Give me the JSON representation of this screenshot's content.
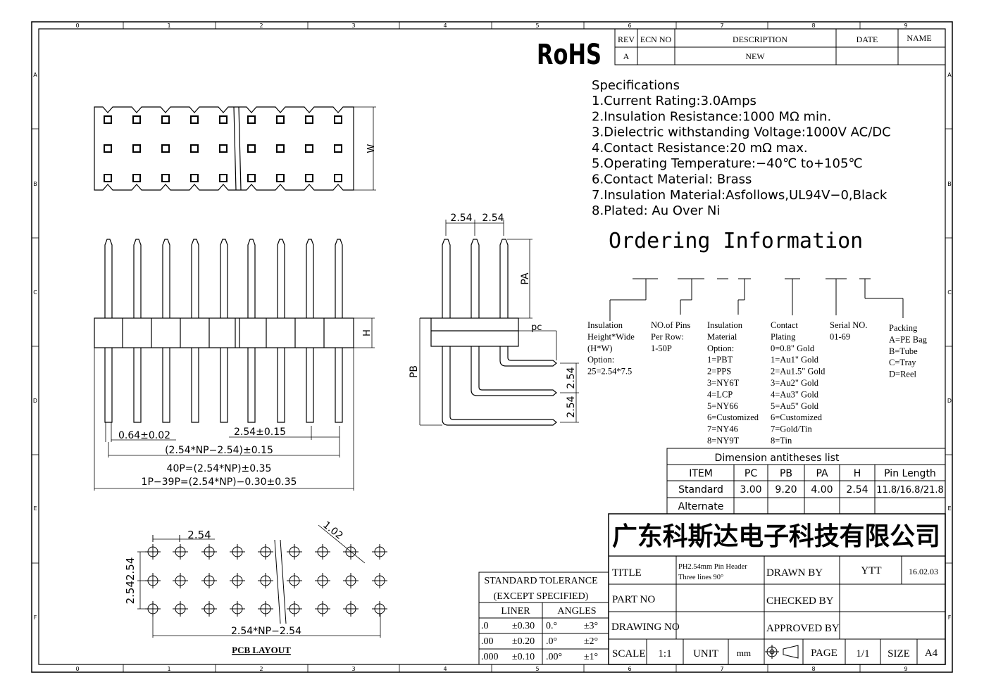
{
  "grid": {
    "columns": [
      "0",
      "1",
      "2",
      "3",
      "4",
      "5",
      "6",
      "7",
      "8",
      "9"
    ],
    "rows": [
      "A",
      "B",
      "C",
      "D",
      "E",
      "F"
    ]
  },
  "revision_table": {
    "headers": [
      "REV",
      "ECN NO",
      "DESCRIPTION",
      "DATE",
      "NAME"
    ],
    "row": {
      "rev": "A",
      "ecn": "",
      "description": "NEW",
      "date": "",
      "name": ""
    }
  },
  "rohs": "RoHS",
  "specifications": {
    "title": "Specifications",
    "items": [
      "1.Current  Rating:3.0Amps",
      "2.Insulation  Resistance:1000  MΩ  min.",
      "3.Dielectric  withstanding  Voltage:1000V  AC/DC",
      "4.Contact  Resistance:20  mΩ  max.",
      "5.Operating  Temperature:−40℃  to+105℃",
      "6.Contact  Material:  Brass",
      "7.Insulation  Material:Asfollows,UL94V−0,Black",
      "8.Plated:  Au  Over  Ni"
    ]
  },
  "ordering": {
    "title": "Ordering  Information",
    "groups": [
      {
        "lines": [
          "Insulation",
          "Height*Wide",
          "(H*W)",
          "Option:",
          "25=2.54*7.5"
        ]
      },
      {
        "lines": [
          "NO.of Pins",
          "Per Row:",
          "1-50P"
        ]
      },
      {
        "lines": [
          "Insulation",
          "Material",
          "Option:",
          "1=PBT",
          "2=PPS",
          "3=NY6T",
          "4=LCP",
          "5=NY66",
          "6=Customized",
          "7=NY46",
          "8=NY9T"
        ]
      },
      {
        "lines": [
          "Contact",
          "Plating",
          "0=0.8\" Gold",
          "1=Au1\" Gold",
          "2=Au1.5\" Gold",
          "3=Au2\" Gold",
          "4=Au3\" Gold",
          "5=Au5\" Gold",
          "6=Customized",
          "7=Gold/Tin",
          "8=Tin"
        ]
      },
      {
        "lines": [
          "Serial NO.",
          "01-69"
        ]
      },
      {
        "lines": [
          "Packing",
          "A=PE Bag",
          "B=Tube",
          "C=Tray",
          "D=Reel"
        ]
      }
    ]
  },
  "dimension_table": {
    "title": "Dimension antitheses list",
    "headers": [
      "ITEM",
      "PC",
      "PB",
      "PA",
      "H",
      "Pin Length"
    ],
    "rows": [
      [
        "Standard",
        "3.00",
        "9.20",
        "4.00",
        "2.54",
        "11.8/16.8/21.8"
      ],
      [
        "Alternate",
        "",
        "",
        "",
        "",
        ""
      ]
    ]
  },
  "company": "广东科斯达电子科技有限公司",
  "title_block": {
    "title_label": "TITLE",
    "title_value": [
      "PH2.54mm Pin Header",
      "Three lines 90°"
    ],
    "drawn_by_label": "DRAWN BY",
    "drawn_by": "YTT",
    "date": "16.02.03",
    "part_no_label": "PART NO",
    "checked_by_label": "CHECKED BY",
    "drawing_no_label": "DRAWING NO",
    "approved_by_label": "APPROVED BY",
    "scale_label": "SCALE",
    "scale": "1:1",
    "unit_label": "UNIT",
    "unit": "mm",
    "page_label": "PAGE",
    "page": "1/1",
    "size_label": "SIZE",
    "size": "A4"
  },
  "tolerance": {
    "title": "STANDARD TOLERANCE",
    "subtitle": "(EXCEPT   SPECIFIED)",
    "liner_label": "LINER",
    "angles_label": "ANGLES",
    "rows": [
      [
        ".0",
        "±0.30",
        "0.°",
        "±3°"
      ],
      [
        ".00",
        "±0.20",
        ".0°",
        "±2°"
      ],
      [
        ".000",
        "±0.10",
        ".00°",
        "±1°"
      ]
    ]
  },
  "dims": {
    "w": "W",
    "h": "H",
    "pa": "PA",
    "pb": "PB",
    "pc": "PC",
    "pitch": "2.54",
    "pin_width": "0.64±0.02",
    "pitch_tol": "2.54±0.15",
    "span": "(2.54*NP−2.54)±0.15",
    "len40": "40P=(2.54*NP)±0.35",
    "len39": "1P−39P=(2.54*NP)−0.30±0.35",
    "hole": "1.02",
    "pcb_span": "2.54*NP−2.54",
    "pcb_vertical": "2.542.54"
  },
  "pcb_label": "PCB LAYOUT"
}
